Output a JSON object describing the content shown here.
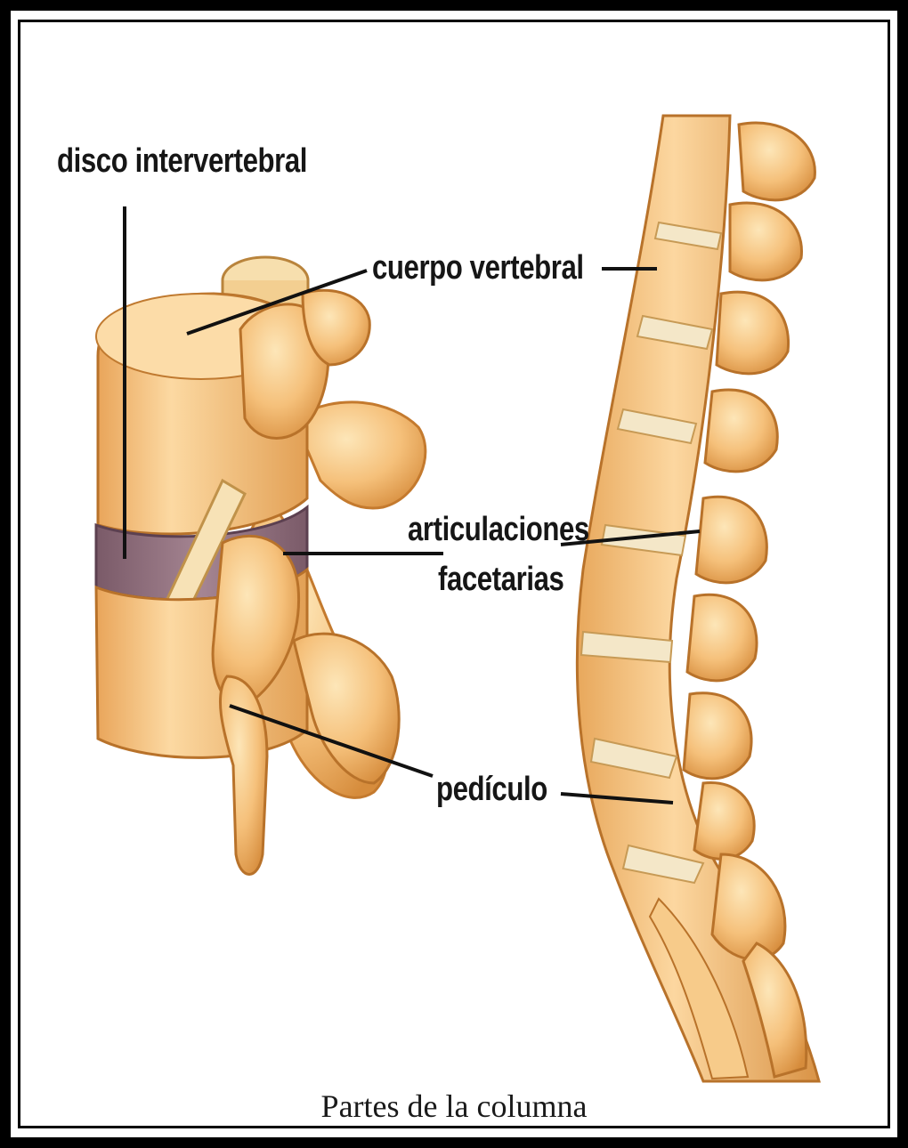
{
  "labels": {
    "disco": "disco intervertebral",
    "cuerpo": "cuerpo vertebral",
    "articulaciones": "articulaciones",
    "facetarias": "facetarias",
    "pediculo": "pedículo"
  },
  "caption": "Partes de la columna",
  "colors": {
    "bone_light": "#fbd9a0",
    "bone": "#f2b868",
    "bone_dark": "#d48a3a",
    "bone_shadow": "#b86a22",
    "disc": "#8a6a78",
    "frame": "#000000"
  }
}
